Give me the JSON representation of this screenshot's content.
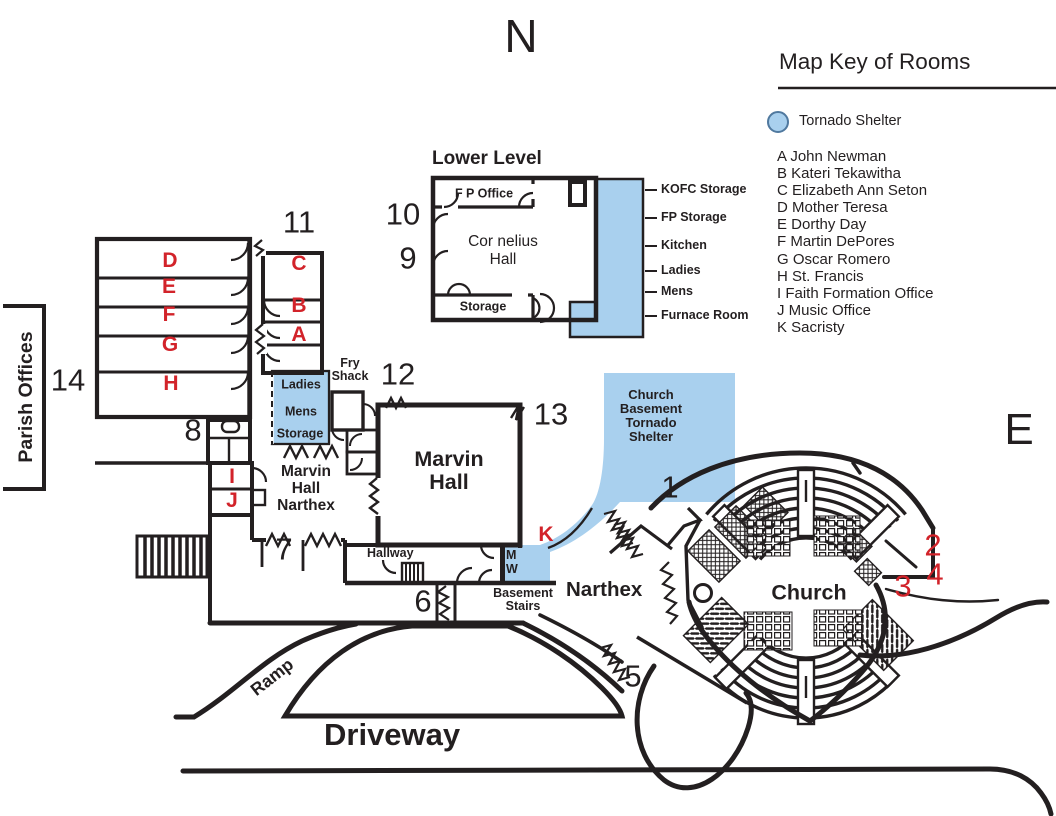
{
  "compass": {
    "north": "N",
    "east": "E"
  },
  "key": {
    "title": "Map Key of Rooms",
    "shelter_label": "Tornado Shelter",
    "rooms": [
      "A John Newman",
      "B Kateri Tekawitha",
      "C Elizabeth Ann Seton",
      "D Mother Teresa",
      "E Dorthy Day",
      "F Martin DePores",
      "G Oscar Romero",
      "H St. Francis",
      "I Faith Formation Office",
      "J Music Office",
      "K Sacristy"
    ]
  },
  "lower_level": {
    "title": "Lower Level",
    "fp_office": "F P Office",
    "hall": [
      "Cor nelius",
      "Hall"
    ],
    "storage": "Storage",
    "side_labels": [
      "KOFC Storage",
      "FP Storage",
      "Kitchen",
      "Ladies",
      "Mens",
      "Furnace Room"
    ]
  },
  "west": {
    "parish_offices": "Parish Offices",
    "fry_shack": [
      "Fry",
      "Shack"
    ],
    "restrooms": {
      "ladies": "Ladies",
      "mens": "Mens",
      "storage": "Storage"
    },
    "marvin_hall": [
      "Marvin",
      "Hall"
    ],
    "marvin_hall_narthex": [
      "Marvin",
      "Hall",
      "Narthex"
    ],
    "hallway": "Hallway"
  },
  "center": {
    "m": "M",
    "w": "W",
    "basement_stairs": [
      "Basement",
      "Stairs"
    ],
    "narthex": "Narthex",
    "church": "Church",
    "shelter": [
      "Church",
      "Basement",
      "Tornado",
      "Shelter"
    ]
  },
  "south": {
    "ramp": "Ramp",
    "driveway": "Driveway"
  },
  "markers": [
    "1",
    "2",
    "3",
    "4",
    "5",
    "6",
    "7",
    "8",
    "9",
    "10",
    "11",
    "12",
    "13",
    "14"
  ],
  "red_letters": {
    "a": "A",
    "b": "B",
    "c": "C",
    "d": "D",
    "e": "E",
    "f": "F",
    "g": "G",
    "h": "H",
    "i": "I",
    "j": "J",
    "k": "K"
  },
  "colors": {
    "shelter_blue": "#A9D0EE",
    "red": "#D2232A",
    "ink": "#231F20"
  }
}
